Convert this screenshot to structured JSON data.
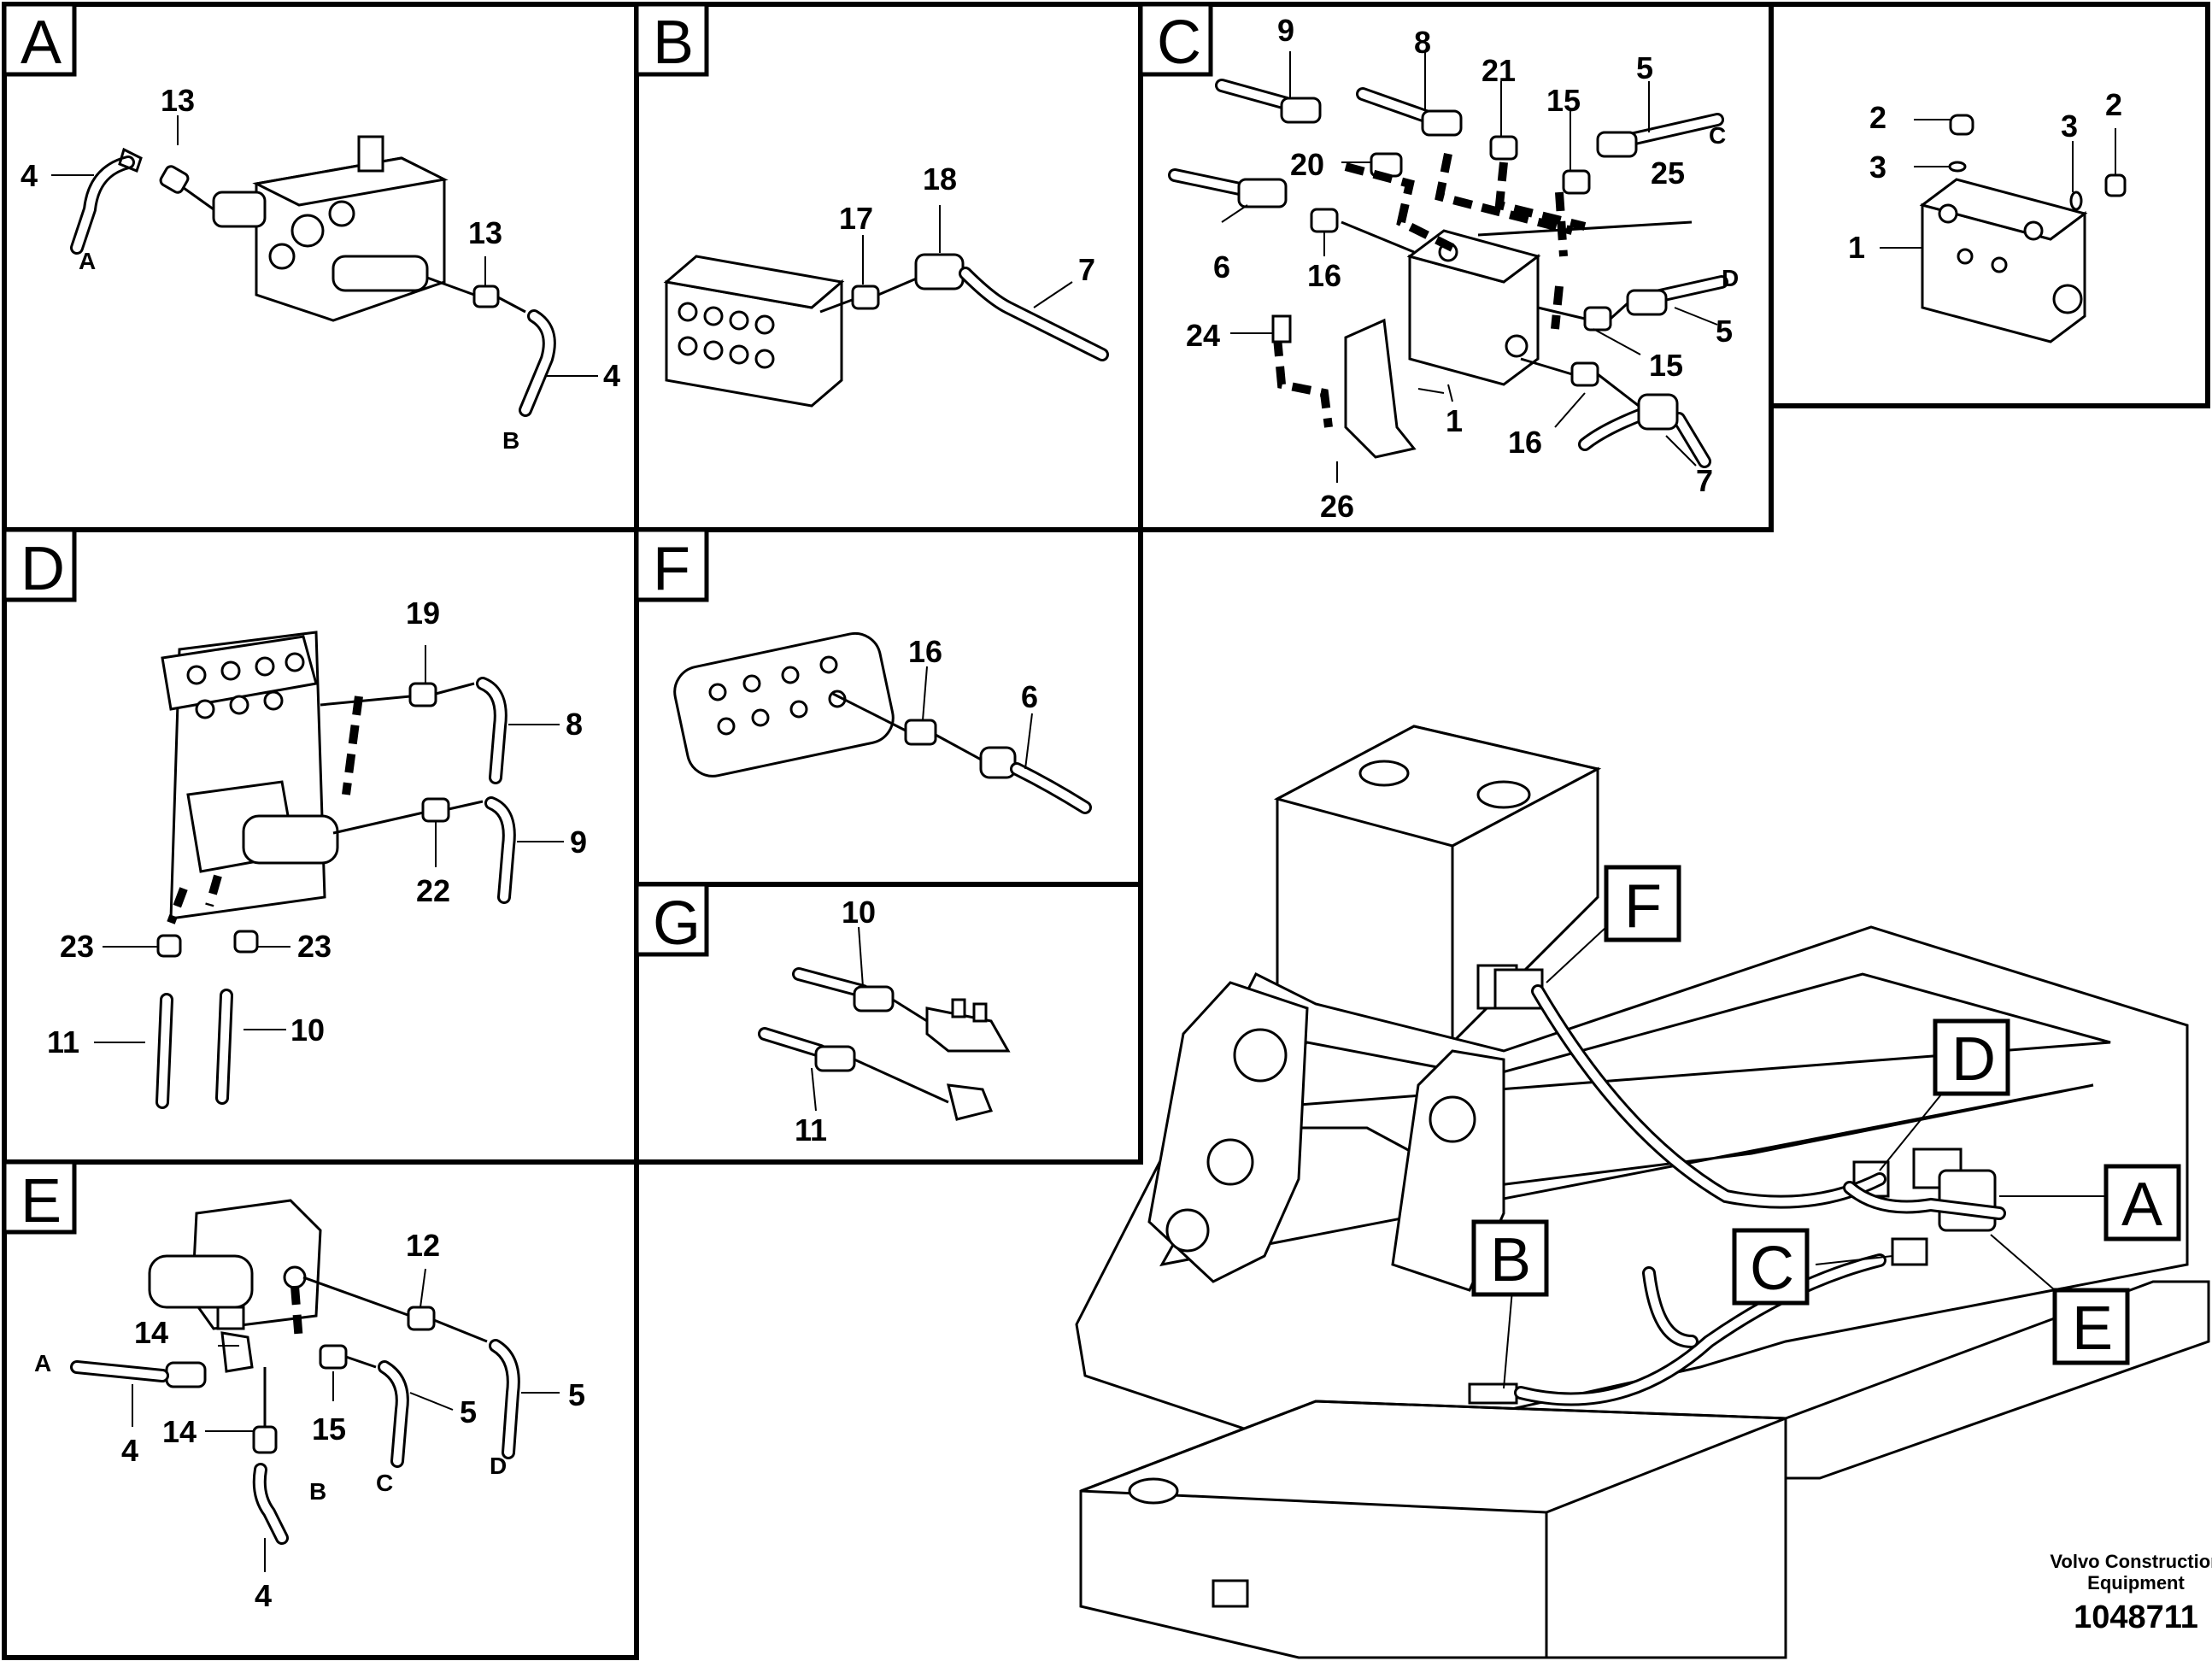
{
  "panels": {
    "A": {
      "tag": "A",
      "callouts": [
        {
          "text": "13"
        },
        {
          "text": "4"
        },
        {
          "text": "A"
        },
        {
          "text": "13"
        },
        {
          "text": "4"
        },
        {
          "text": "B"
        }
      ]
    },
    "B": {
      "tag": "B",
      "callouts": [
        {
          "text": "17"
        },
        {
          "text": "18"
        },
        {
          "text": "7"
        }
      ]
    },
    "C": {
      "tag": "C",
      "callouts": [
        {
          "text": "9"
        },
        {
          "text": "8"
        },
        {
          "text": "21"
        },
        {
          "text": "15"
        },
        {
          "text": "5"
        },
        {
          "text": "C"
        },
        {
          "text": "20"
        },
        {
          "text": "25"
        },
        {
          "text": "6"
        },
        {
          "text": "16"
        },
        {
          "text": "D"
        },
        {
          "text": "5"
        },
        {
          "text": "24"
        },
        {
          "text": "15"
        },
        {
          "text": "1"
        },
        {
          "text": "16"
        },
        {
          "text": "7"
        },
        {
          "text": "26"
        }
      ]
    },
    "detail": {
      "callouts": [
        {
          "text": "2"
        },
        {
          "text": "3"
        },
        {
          "text": "2"
        },
        {
          "text": "3"
        },
        {
          "text": "1"
        }
      ]
    },
    "D": {
      "tag": "D",
      "callouts": [
        {
          "text": "19"
        },
        {
          "text": "8"
        },
        {
          "text": "9"
        },
        {
          "text": "22"
        },
        {
          "text": "23"
        },
        {
          "text": "23"
        },
        {
          "text": "11"
        },
        {
          "text": "10"
        }
      ]
    },
    "F": {
      "tag": "F",
      "callouts": [
        {
          "text": "16"
        },
        {
          "text": "6"
        }
      ]
    },
    "G": {
      "tag": "G",
      "callouts": [
        {
          "text": "10"
        },
        {
          "text": "11"
        }
      ]
    },
    "E": {
      "tag": "E",
      "callouts": [
        {
          "text": "12"
        },
        {
          "text": "14"
        },
        {
          "text": "A"
        },
        {
          "text": "14"
        },
        {
          "text": "15"
        },
        {
          "text": "5"
        },
        {
          "text": "5"
        },
        {
          "text": "4"
        },
        {
          "text": "C"
        },
        {
          "text": "D"
        },
        {
          "text": "B"
        },
        {
          "text": "4"
        }
      ]
    }
  },
  "overview": {
    "locators": [
      {
        "text": "F"
      },
      {
        "text": "D"
      },
      {
        "text": "A"
      },
      {
        "text": "B"
      },
      {
        "text": "C"
      },
      {
        "text": "E"
      }
    ]
  },
  "brand": {
    "line1": "Volvo Construction",
    "line2": "Equipment",
    "doc_number": "1048711"
  }
}
